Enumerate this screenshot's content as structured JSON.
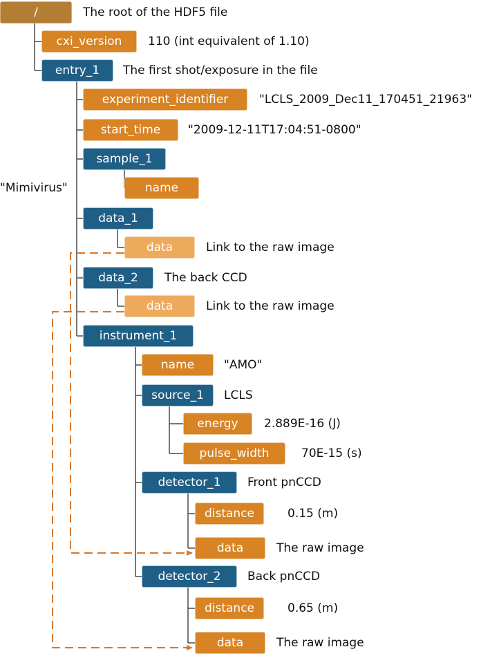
{
  "colors": {
    "group": "#1f5f86",
    "dataset": "#d88324",
    "link": "#eeaa5c",
    "root": "#b37d34",
    "tree_line": "#4a4a4a",
    "link_arrow": "#d9772a"
  },
  "tree": [
    {
      "label": "/",
      "kind": "root",
      "desc": "The root of the HDF5 file"
    },
    {
      "label": "cxi_version",
      "kind": "dataset",
      "desc": "110 (int equivalent of 1.10)"
    },
    {
      "label": "entry_1",
      "kind": "group",
      "desc": "The first shot/exposure in the file"
    },
    {
      "label": "experiment_identifier",
      "kind": "dataset",
      "desc": "\"LCLS_2009_Dec11_170451_21963\""
    },
    {
      "label": "start_time",
      "kind": "dataset",
      "desc": "\"2009-12-11T17:04:51-0800\""
    },
    {
      "label": "sample_1",
      "kind": "group",
      "desc": ""
    },
    {
      "label": "name",
      "kind": "dataset",
      "desc": "\"Mimivirus\""
    },
    {
      "label": "data_1",
      "kind": "group",
      "desc": ""
    },
    {
      "label": "data",
      "kind": "link",
      "desc": "Link to the raw image"
    },
    {
      "label": "data_2",
      "kind": "group",
      "desc": "The back CCD"
    },
    {
      "label": "data",
      "kind": "link",
      "desc": "Link to the raw image"
    },
    {
      "label": "instrument_1",
      "kind": "group",
      "desc": ""
    },
    {
      "label": "name",
      "kind": "dataset",
      "desc": "\"AMO\""
    },
    {
      "label": "source_1",
      "kind": "group",
      "desc": "LCLS"
    },
    {
      "label": "energy",
      "kind": "dataset",
      "desc": "2.889E-16 (J)"
    },
    {
      "label": "pulse_width",
      "kind": "dataset",
      "desc": "70E-15 (s)"
    },
    {
      "label": "detector_1",
      "kind": "group",
      "desc": "Front pnCCD"
    },
    {
      "label": "distance",
      "kind": "dataset",
      "desc": "0.15 (m)"
    },
    {
      "label": "data",
      "kind": "dataset",
      "desc": "The raw image"
    },
    {
      "label": "detector_2",
      "kind": "group",
      "desc": "Back pnCCD"
    },
    {
      "label": "distance",
      "kind": "dataset",
      "desc": "0.65 (m)"
    },
    {
      "label": "data",
      "kind": "dataset",
      "desc": "The raw image"
    }
  ],
  "links": [
    {
      "from": 8,
      "to": 18
    },
    {
      "from": 10,
      "to": 21
    }
  ]
}
